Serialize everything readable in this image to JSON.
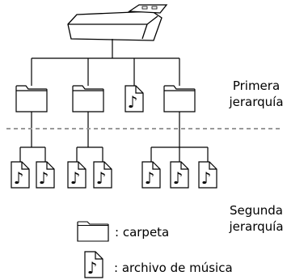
{
  "levels": {
    "first_line1": "Primera",
    "first_line2": "jerarquía",
    "second_line1": "Segunda",
    "second_line2": "jerarquía"
  },
  "legend": {
    "folder": ": carpeta",
    "music_file": ": archivo de música"
  },
  "icons": {
    "root": "usb-drive-icon",
    "folder": "folder-icon",
    "file": "music-file-icon"
  },
  "colors": {
    "stroke": "#000000",
    "divider": "#999999",
    "fill": "#ffffff"
  },
  "tree": {
    "level1": [
      "folder",
      "folder",
      "file",
      "folder"
    ],
    "level2_children_per_parent": [
      2,
      2,
      0,
      3
    ]
  }
}
